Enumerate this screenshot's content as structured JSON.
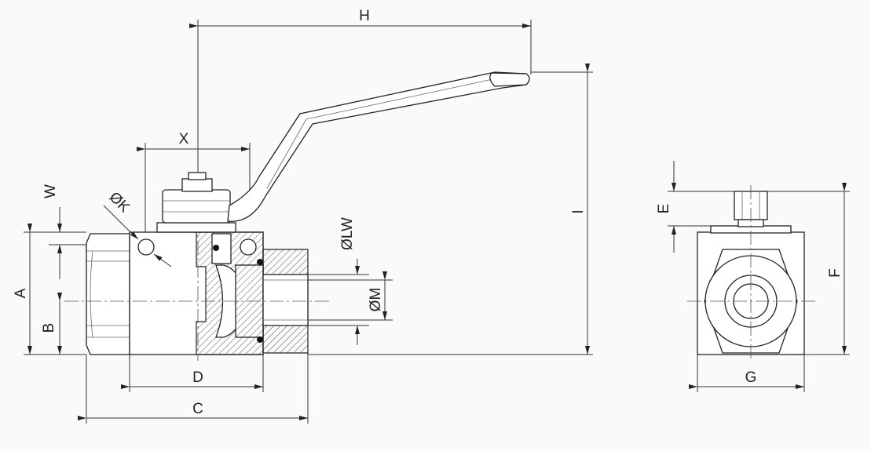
{
  "labels": {
    "H": "H",
    "X": "X",
    "W": "W",
    "K": "ØK",
    "LW": "ØLW",
    "M": "ØM",
    "I": "I",
    "A": "A",
    "B": "B",
    "D": "D",
    "C": "C",
    "E": "E",
    "F": "F",
    "G": "G"
  },
  "colors": {
    "line": "#222222",
    "background": "#fafafa",
    "oring": "#111111"
  }
}
